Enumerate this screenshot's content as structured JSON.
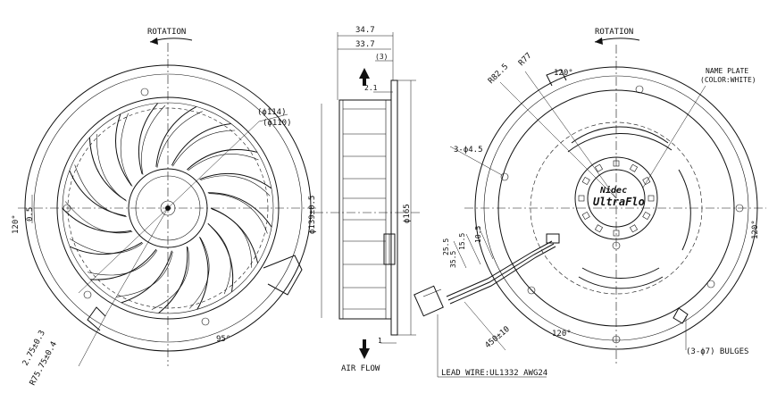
{
  "labels": {
    "rotation_left": "ROTATION",
    "rotation_right": "ROTATION",
    "airflow": "AIR FLOW",
    "name_plate_1": "NAME PLATE",
    "name_plate_2": "(COLOR:WHITE)",
    "bulges": "(3-ϕ7) BULGES",
    "lead_wire": "LEAD WIRE:UL1332 AWG24",
    "brand_1": "Nidec",
    "brand_2": "UltraFlo"
  },
  "dimensions": {
    "left": {
      "phi114": "(ϕ114)",
      "phi110": "(ϕ110)",
      "angle_120": "120°",
      "d05": "0.5",
      "d275": "2.75±0.3",
      "r7575": "R75.75±0.4",
      "angle_95": "95°"
    },
    "side": {
      "w347": "34.7",
      "w337": "33.7",
      "w3": "(3)",
      "w21": "2.1",
      "d1": "1",
      "phi139": "ϕ139±0.5",
      "phi165": "ϕ165"
    },
    "right": {
      "r77": "R77",
      "r825": "R82.5",
      "angle_top": "120°",
      "holes": "3-ϕ4.5",
      "d105": "10.5",
      "d155": "15.5",
      "d255": "25.5",
      "d355": "35.5",
      "wire_len": "450±10",
      "angle_right": "120°",
      "angle_bottom": "120°"
    }
  }
}
